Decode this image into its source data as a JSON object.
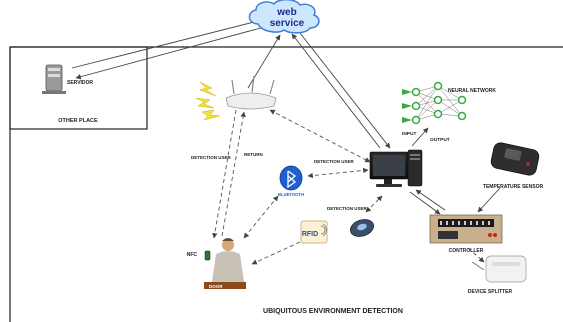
{
  "cloud": {
    "line1": "web",
    "line2": "service"
  },
  "labels": {
    "servidor": "SERVIDOR",
    "other_place": "OTHER PLACE",
    "neural_network": "NEURAL NETWORK",
    "input": "INPUT",
    "output": "OUTPUT",
    "detection_user_left": "DETECTION USER",
    "return": "RETURN",
    "detection_user_mid": "DETECTION USER",
    "bluetooth": "BLUETOOTH",
    "detection_user_rfid": "DETECTION USER",
    "rfid": "RFID",
    "nfc": "NFC",
    "door": "DOOR",
    "temperature_sensor": "TEMPERATURE SENSOR",
    "controller": "CONTROLLER",
    "device_splitter": "DEVICE SPLITTER",
    "title": "UBIQUITOUS ENVIRONMENT DETECTION"
  },
  "colors": {
    "cloud_fill": "#cfe6ff",
    "cloud_stroke": "#3b7fd6",
    "cloud_text": "#1a2e8c",
    "bluetooth": "#1f5fd0",
    "neural_nodes": "#39a845",
    "signal_waves": "#f3e23a",
    "door_bar": "#8b4a1b",
    "temp_sensor_led": "#cc2222"
  },
  "icons": [
    "server-icon",
    "router-icon",
    "neural-network-icon",
    "desktop-computer-icon",
    "bluetooth-icon",
    "rfid-reader-icon",
    "rfid-card-icon",
    "person-phone-icon",
    "temperature-sensor-icon",
    "controller-board-icon",
    "device-splitter-icon"
  ]
}
